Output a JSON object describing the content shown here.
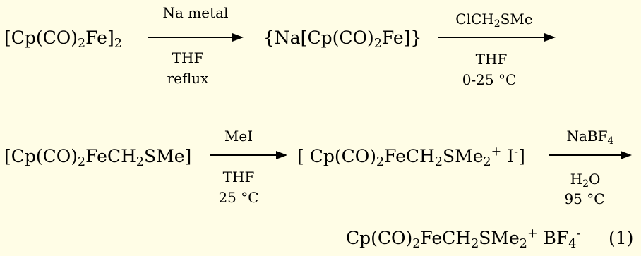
{
  "row1": {
    "reactant": "[Cp(CO)2Fe]2",
    "arrow1_above": "Na metal",
    "arrow1_below_1": "THF",
    "arrow1_below_2": "reflux",
    "intermediate": "{Na[Cp(CO)2Fe]}",
    "arrow2_above": "ClCH2SMe",
    "arrow2_below_1": "THF",
    "arrow2_below_2": "0-25 °C"
  },
  "row2": {
    "compound1": "[Cp(CO)2FeCH2SMe]",
    "arrow3_above": "MeI",
    "arrow3_below_1": "THF",
    "arrow3_below_2": "25 °C",
    "compound2": "[ Cp(CO)2FeCH2SMe2+ I-]",
    "arrow4_above": "NaBF4",
    "arrow4_below_1": "H2O",
    "arrow4_below_2": "95 °C"
  },
  "row3": {
    "product": "Cp(CO)2FeCH2SMe2+ BF4-",
    "equation_number": "(1)"
  }
}
